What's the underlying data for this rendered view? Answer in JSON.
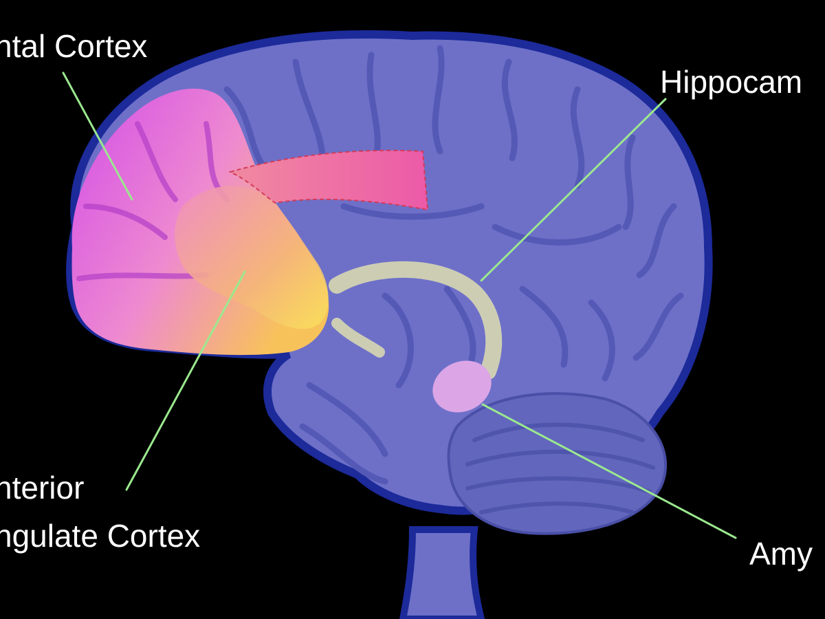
{
  "labels": {
    "prefrontal": "ntal Cortex",
    "hippocampus": "Hippocam",
    "acc_line1": "nterior",
    "acc_line2": "ngulate Cortex",
    "amygdala": "Amy"
  },
  "colors": {
    "background": "#000000",
    "brain_fill": "#6e70c8",
    "brain_outline": "#1c2a9a",
    "sulcus": "#5257b4",
    "prefrontal_start": "#d85ae6",
    "prefrontal_end": "#f6bd62",
    "acc_start": "#e873b8",
    "acc_end": "#f7d86a",
    "hippocampus": "#cdcdb4",
    "amygdala": "#dca6e6",
    "callout_line": "#9be88f",
    "label_text": "#ffffff"
  }
}
